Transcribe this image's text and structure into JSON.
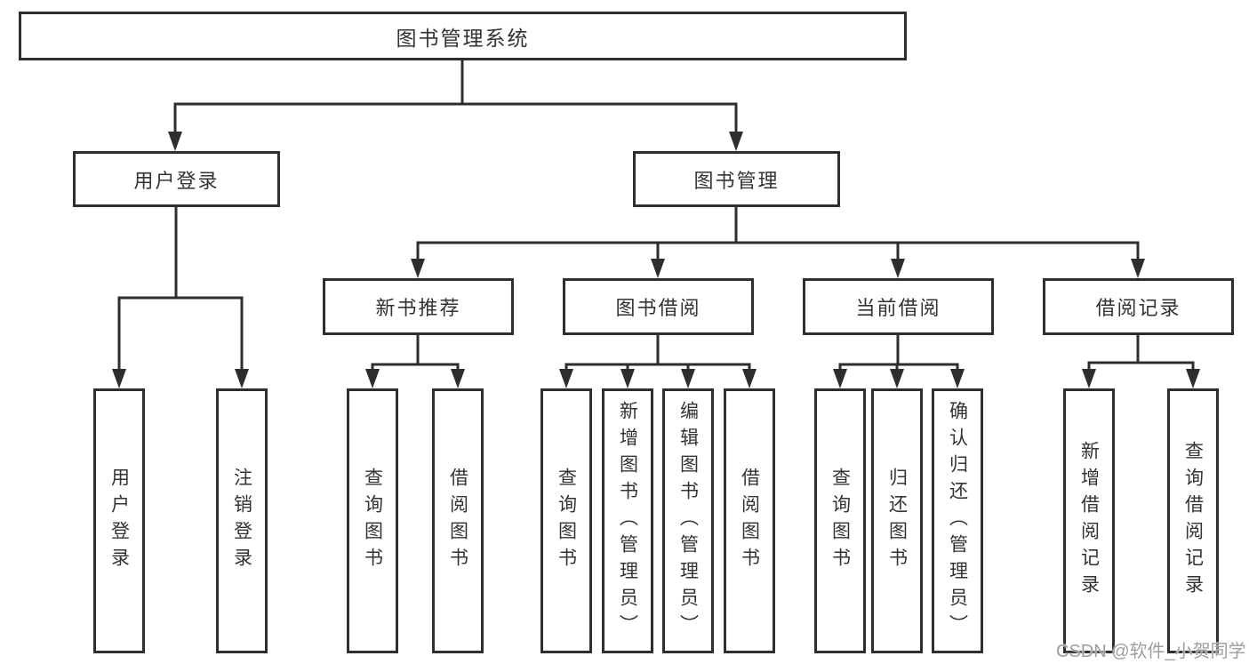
{
  "diagram": {
    "root": "图书管理系统",
    "branches": [
      {
        "label": "用户登录",
        "children": [
          "用户登录",
          "注销登录"
        ]
      },
      {
        "label": "图书管理",
        "sections": [
          {
            "label": "新书推荐",
            "children": [
              "查询图书",
              "借阅图书"
            ]
          },
          {
            "label": "图书借阅",
            "children": [
              "查询图书",
              "新增图书（管理员）",
              "编辑图书（管理员）",
              "借阅图书"
            ]
          },
          {
            "label": "当前借阅",
            "children": [
              "查询图书",
              "归还图书",
              "确认归还（管理员）"
            ]
          },
          {
            "label": "借阅记录",
            "children": [
              "新增借阅记录",
              "查询借阅记录"
            ]
          }
        ]
      }
    ]
  },
  "watermark": {
    "text": "CSDN @软件_小贺同学"
  },
  "colors": {
    "line": "#2e2e2e",
    "text": "#333333",
    "background": "#ffffff",
    "watermark": "#9e9e9e"
  }
}
